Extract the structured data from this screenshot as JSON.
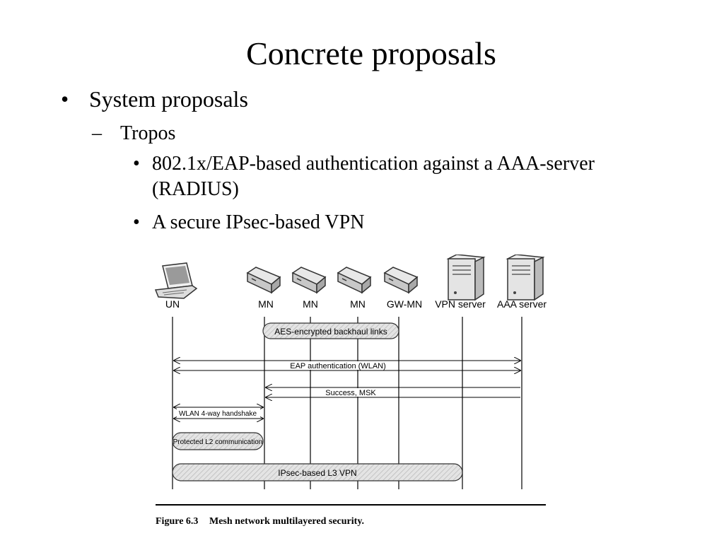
{
  "slide": {
    "title": "Concrete proposals",
    "bullets": {
      "level1": {
        "marker": "•",
        "text": "System proposals"
      },
      "level2": {
        "marker": "–",
        "text": "Tropos"
      },
      "level3": [
        {
          "marker": "•",
          "line1": "802.1x/EAP-based authentication against a AAA-server",
          "line2": "(RADIUS)"
        },
        {
          "marker": "•",
          "line1": "A secure IPsec-based VPN"
        }
      ]
    }
  },
  "figure": {
    "nodes": [
      "UN",
      "MN",
      "MN",
      "MN",
      "GW-MN",
      "VPN server",
      "AAA server"
    ],
    "messages": {
      "aes": "AES-encrypted backhaul links",
      "eap": "EAP authentication (WLAN)",
      "success": "Success, MSK",
      "wlan": "WLAN 4-way handshake",
      "protected": "Protected L2 communication",
      "ipsec": "IPsec-based L3 VPN"
    },
    "caption_number": "Figure 6.3",
    "caption_text": "Mesh network multilayered security."
  }
}
